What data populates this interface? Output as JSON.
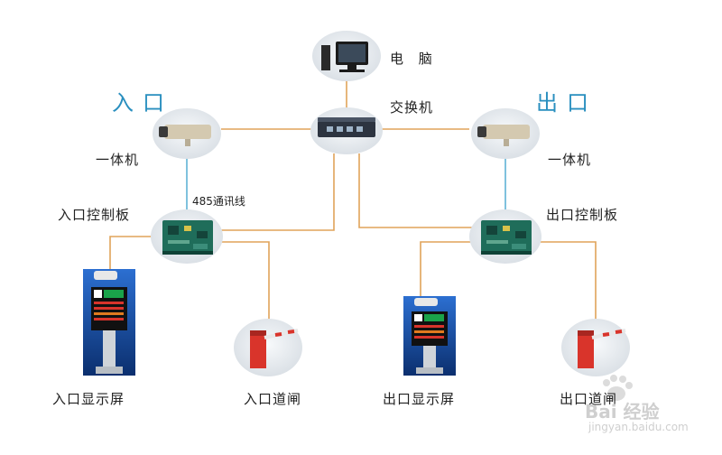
{
  "section_labels": {
    "entrance": "入口",
    "exit": "出口"
  },
  "nodes": {
    "computer": "电 脑",
    "switch": "交换机",
    "camera_left": "一体机",
    "camera_right": "一体机",
    "controller_left": "入口控制板",
    "controller_right": "出口控制板",
    "display_left": "入口显示屏",
    "gate_left": "入口道闸",
    "display_right": "出口显示屏",
    "gate_right": "出口道闸"
  },
  "wire_label": "485通讯线",
  "watermark": {
    "main": "Bai 经验",
    "url": "jingyan.baidu.com"
  },
  "colors": {
    "accent": "#2a8fbf",
    "wire": "#e0a35a",
    "wire_485": "#5fb3d6",
    "node_bg": "#e9edf1",
    "gate": "#d9342b"
  }
}
